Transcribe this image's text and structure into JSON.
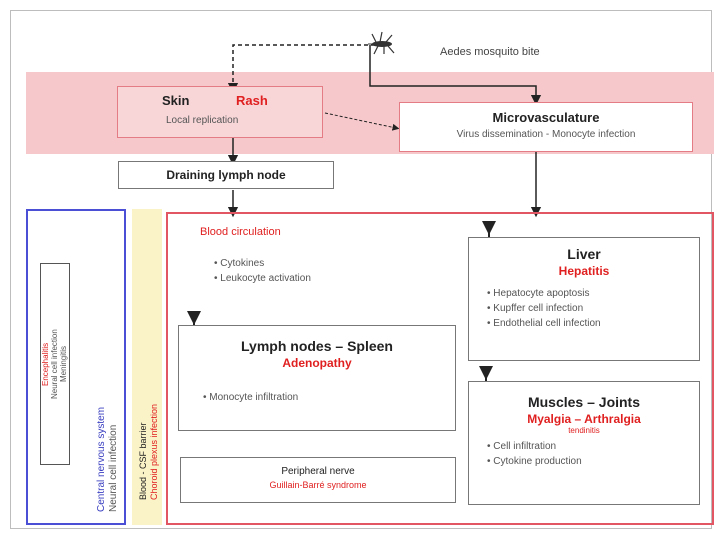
{
  "mosquito_bite": "Aedes mosquito bite",
  "skin": {
    "title": "Skin",
    "rash": "Rash",
    "sub": "Local replication"
  },
  "micro": {
    "title": "Microvasculature",
    "sub": "Virus dissemination - Monocyte infection"
  },
  "draining": "Draining lymph node",
  "blood": {
    "title": "Blood circulation",
    "items": [
      "Cytokines",
      "Leukocyte activation"
    ]
  },
  "lymph": {
    "title": "Lymph nodes – Spleen",
    "red": "Adenopathy",
    "items": [
      "Monocyte infiltration"
    ]
  },
  "liver": {
    "title": "Liver",
    "red": "Hepatitis",
    "items": [
      "Hepatocyte apoptosis",
      "Kupffer cell infection",
      "Endothelial cell infection"
    ]
  },
  "muscles": {
    "title": "Muscles – Joints",
    "red": "Myalgia – Arthralgia",
    "sub": "tendinitis",
    "items": [
      "Cell infiltration",
      "Cytokine production"
    ]
  },
  "peripheral": {
    "title": "Peripheral nerve",
    "red": "Guillain-Barré syndrome"
  },
  "bbb": {
    "line1": "Blood - CSF barrier",
    "line2": "Choroid plexus infection"
  },
  "cns": {
    "title": "Central nervous system",
    "sub": "Neural cell infection"
  },
  "encephalitis": {
    "line1": "Encephalitis",
    "line2": "Neural cell infection",
    "line3": "Meningitis"
  },
  "colors": {
    "red": "#e02020",
    "pink_band": "#f6c8cb",
    "blue_border": "#4a4fd6",
    "yellow": "#faf3c8"
  }
}
